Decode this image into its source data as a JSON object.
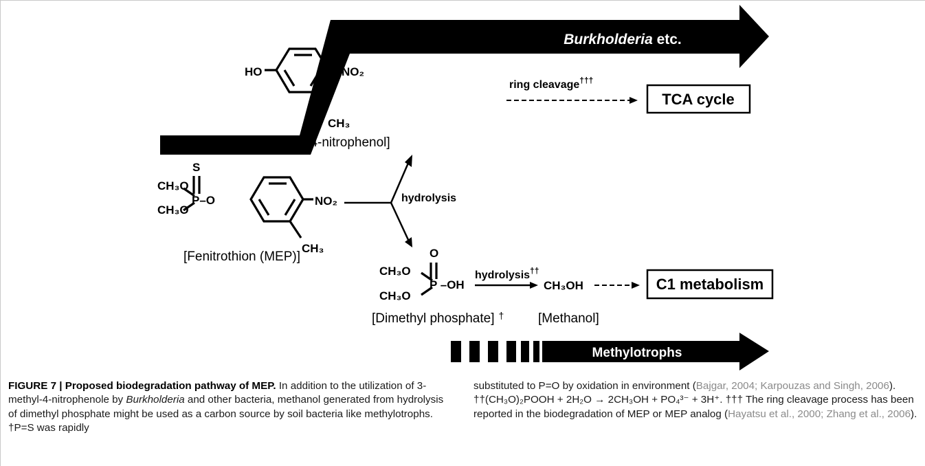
{
  "figure": {
    "pathway": {
      "top_arrow_label": {
        "italic": "Burkholderia",
        "rest": " etc."
      },
      "bottom_arrow_label": "Methylotrophs",
      "fenitrothion": {
        "atom_s": "S",
        "ch3o_1": "CH₃O",
        "ch3o_2": "CH₃O",
        "p_o": "P–O",
        "no2": "NO₂",
        "ch3": "CH₃",
        "caption": "[Fenitrothion (MEP)]"
      },
      "nitrophenol": {
        "ho": "HO",
        "no2": "NO₂",
        "ch3": "CH₃",
        "caption": "[3-methyl-4-nitrophenol]"
      },
      "dimethyl_phosphate": {
        "atom_o": "O",
        "ch3o_1": "CH₃O",
        "ch3o_2": "CH₃O",
        "p_oh": "P –OH",
        "caption": "[Dimethyl phosphate]",
        "dagger": "†"
      },
      "hydrolysis_label": "hydrolysis",
      "hydrolysis2_label": "hydrolysis",
      "hydrolysis2_mark": "††",
      "ring_cleavage_label": "ring cleavage",
      "ring_cleavage_mark": "†††",
      "methanol_formula": "CH₃OH",
      "methanol_caption": "[Methanol]",
      "tca_box": "TCA cycle",
      "c1_box": "C1 metabolism"
    },
    "caption": {
      "title": "FIGURE 7 | Proposed biodegradation pathway of MEP.",
      "left_1": " In addition to the utilization of 3-methyl-4-nitrophenole by ",
      "left_2_italic": "Burkholderia",
      "left_3": " and other bacteria, methanol generated from hydrolysis of dimethyl phosphate might be used as a carbon source by soil bacteria like methylotrophs. ",
      "left_4": "†P=S was rapidly",
      "right_1": "substituted to P=O by oxidation in environment (",
      "right_cite_1": "Bajgar, 2004; Karpouzas and Singh, 2006",
      "right_2": "). ",
      "right_eq": "††(CH₃O)₂POOH + 2H₂O → 2CH₃OH + PO₄³⁻ + 3H⁺.",
      "right_3": " ††† The ring cleavage process has been reported in the biodegradation of MEP or MEP analog (",
      "right_cite_2": "Hayatsu et al., 2000; Zhang et al., 2006",
      "right_4": ")."
    }
  }
}
